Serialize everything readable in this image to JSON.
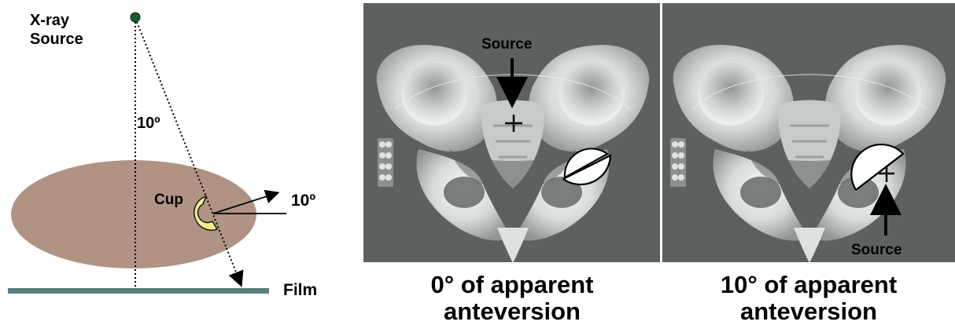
{
  "diagram": {
    "xray_source_label_line1": "X-ray",
    "xray_source_label_line2": "Source",
    "angle_top_label": "10º",
    "cup_label": "Cup",
    "angle_side_label": "10º",
    "film_label": "Film",
    "colors": {
      "body_ellipse": "#b09385",
      "film_bar": "#5b7f80",
      "cup_fill": "#f4ee8c",
      "cup_stroke": "#1a1a1a",
      "source_dot": "#1e5a2a",
      "xray_panel_bg": "#5c615f"
    }
  },
  "panels": [
    {
      "source_label": "Source",
      "caption_line1": "0° of apparent",
      "caption_line2": "anteversion"
    },
    {
      "source_label": "Source",
      "caption_line1": "10° of apparent",
      "caption_line2": "anteversion"
    }
  ]
}
